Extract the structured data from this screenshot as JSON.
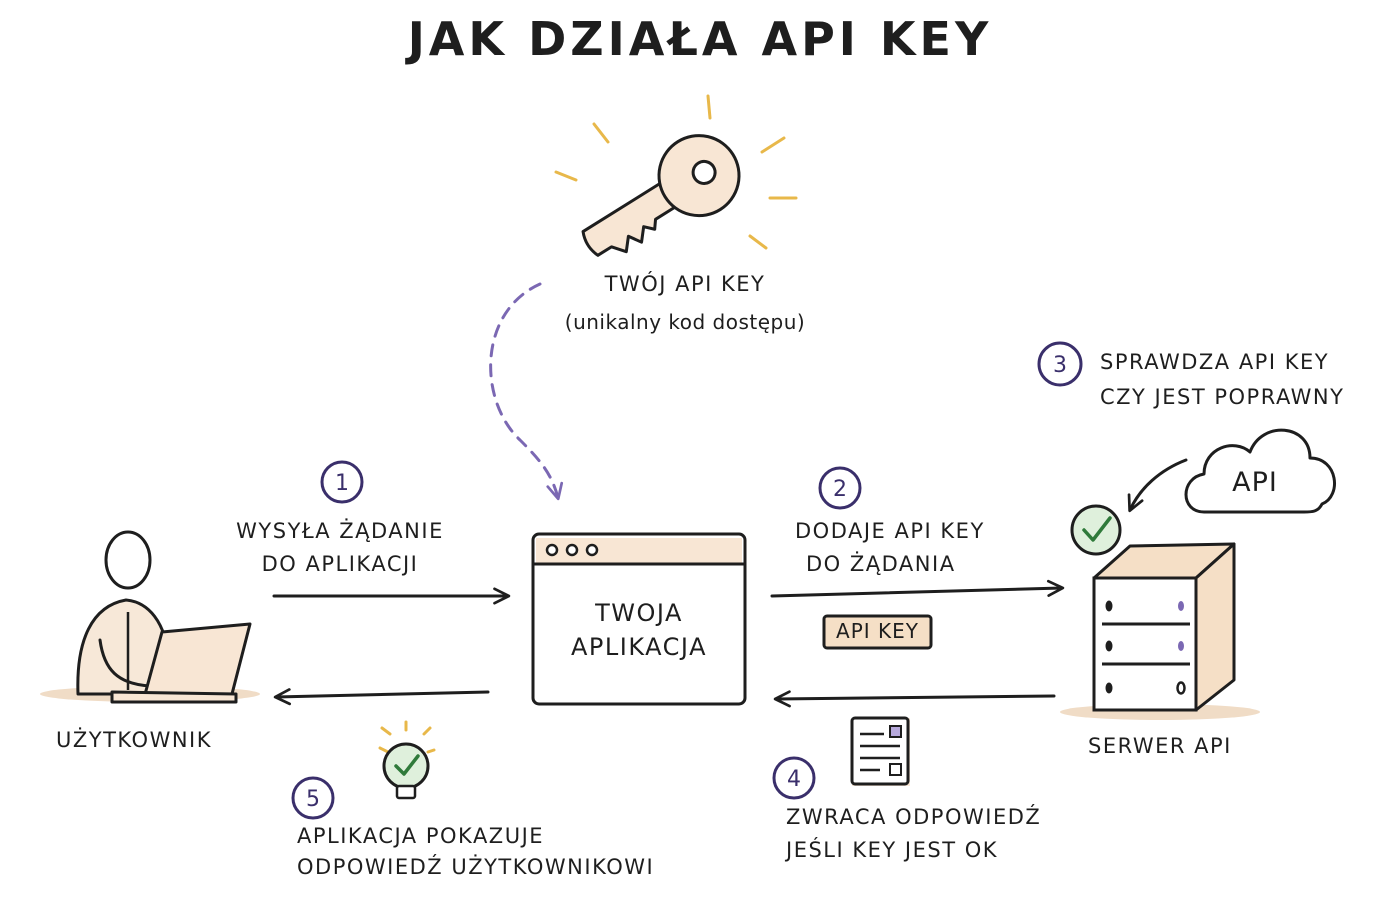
{
  "title": "JAK DZIAŁA API KEY",
  "key_section": {
    "label": "TWÓJ API KEY",
    "sublabel": "(unikalny kod dostępu)"
  },
  "nodes": {
    "user": "UŻYTKOWNIK",
    "app_line1": "TWOJA",
    "app_line2": "APLIKACJA",
    "server": "SERWER API",
    "cloud": "API"
  },
  "steps": [
    {
      "number": "1",
      "line1": "WYSYŁA ŻĄDANIE",
      "line2": "DO APLIKACJI"
    },
    {
      "number": "2",
      "line1": "DODAJE API KEY",
      "line2": "DO ŻĄDANIA"
    },
    {
      "number": "3",
      "line1": "SPRAWDZA API KEY",
      "line2": "CZY JEST POPRAWNY"
    },
    {
      "number": "4",
      "line1": "ZWRACA ODPOWIEDŹ",
      "line2": "JEŚLI KEY JEST OK"
    },
    {
      "number": "5",
      "line1": "APLIKACJA POKAZUJE",
      "line2": "ODPOWIEDŹ UŻYTKOWNIKOWI"
    }
  ],
  "api_key_badge": "API KEY",
  "colors": {
    "ink": "#1e1e1e",
    "step_circle": "#3a2f6b",
    "dashed_arrow": "#7b68b3",
    "key_fill": "#f8e6d4",
    "rays": "#e8b84a",
    "check_fill": "#dff0dc",
    "check_stroke": "#2f7a3a",
    "badge_fill": "#f5dfc6",
    "shadow": "#f0dcc6"
  }
}
